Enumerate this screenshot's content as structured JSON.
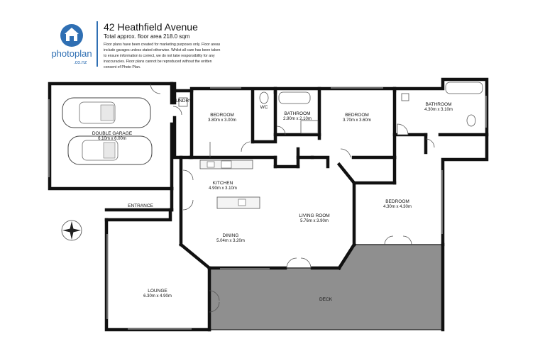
{
  "header": {
    "address": "42 Heathfield Avenue",
    "floor_area": "Total approx. floor area 218.0 sqm",
    "disclaimer": "Floor plans have been created for marketing purposes only. Floor areas include garages unless stated otherwise. Whilst all care has been taken to ensure information is correct, we do not take responsibility for any inaccuracies. Floor plans cannot be reproduced without the written consent of Photo Plan.",
    "logo_text": "photoplan",
    "logo_subtext": ".co.nz",
    "brand_color": "#2f6fb3"
  },
  "rooms": {
    "garage": {
      "name": "DOUBLE GARAGE",
      "dims": "6.10m  x 6.00m"
    },
    "laundry": {
      "name": "LAUNDRY",
      "dims": ""
    },
    "bedroom1": {
      "name": "BEDROOM",
      "dims": "3.80m  x 3.00m"
    },
    "wc": {
      "name": "WC",
      "dims": ""
    },
    "bathroom1": {
      "name": "BATHROOM",
      "dims": "2.90m  x 2.10m"
    },
    "bedroom2": {
      "name": "BEDROOM",
      "dims": "3.70m  x 3.60m"
    },
    "bathroom2": {
      "name": "BATHROOM",
      "dims": "4.30m  x 3.10m"
    },
    "kitchen": {
      "name": "KITCHEN",
      "dims": "4.90m  x 3.10m"
    },
    "entrance": {
      "name": "ENTRANCE",
      "dims": ""
    },
    "living": {
      "name": "LIVING ROOM",
      "dims": "5.76m  x 3.90m"
    },
    "bedroom3": {
      "name": "BEDROOM",
      "dims": "4.30m  x 4.30m"
    },
    "dining": {
      "name": "DINING",
      "dims": "5.04m  x 3.20m"
    },
    "lounge": {
      "name": "LOUNGE",
      "dims": "6.30m  x 4.90m"
    },
    "deck": {
      "name": "DECK",
      "dims": ""
    }
  },
  "colors": {
    "deck_fill": "#8f8f8f",
    "wall": "#111111"
  },
  "icons": {
    "compass": "compass-icon",
    "logo": "house-logo-icon"
  }
}
